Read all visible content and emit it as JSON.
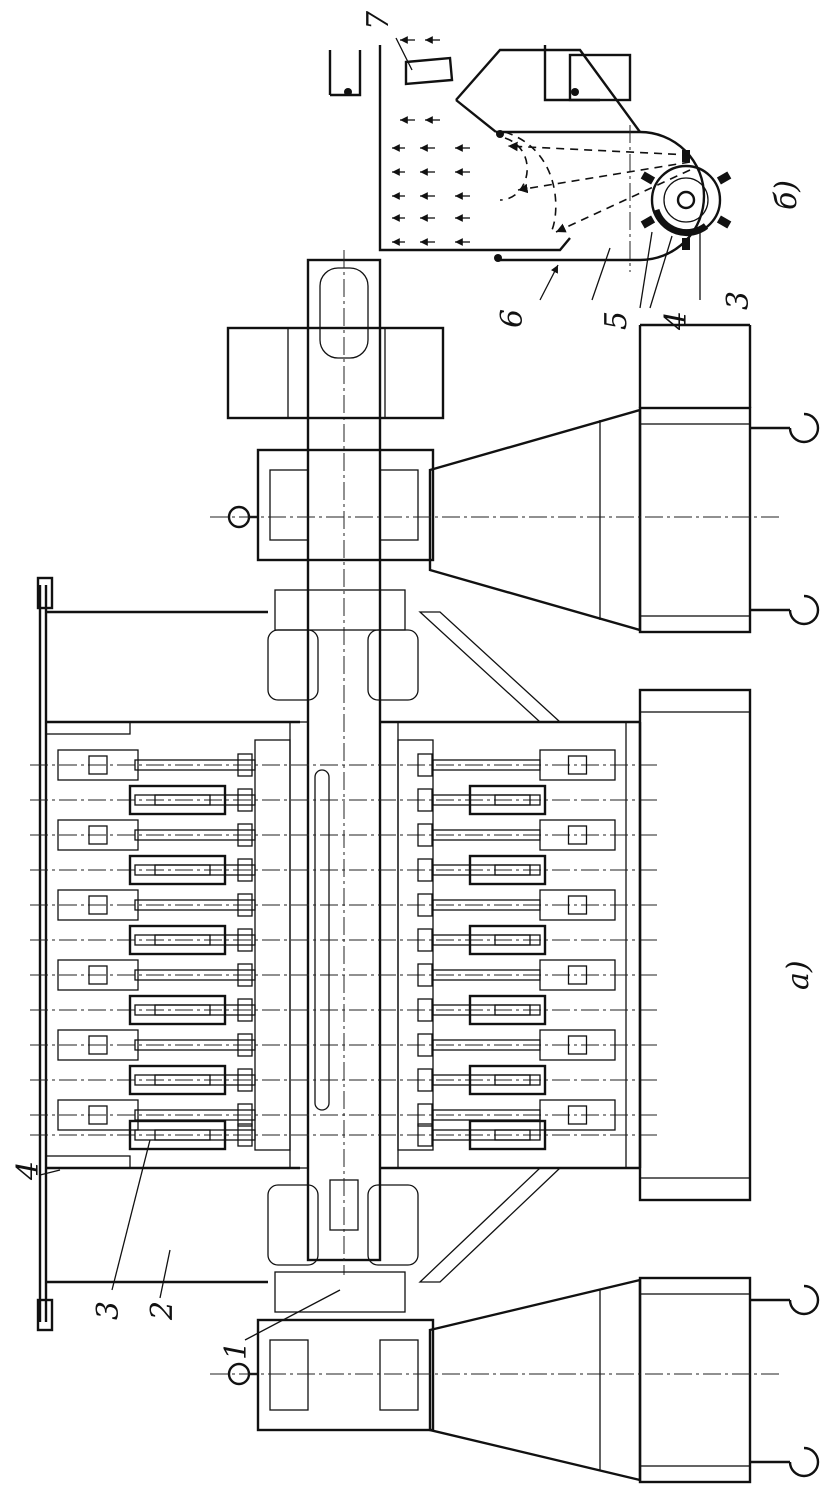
{
  "labels": {
    "part_1": "1",
    "part_2": "2",
    "part_3": "3",
    "part_4": "4",
    "view_a": "а)",
    "view_b": "б)",
    "b_part_3": "3",
    "b_part_4": "4",
    "b_part_5": "5",
    "b_part_6": "6",
    "b_part_7": "7"
  }
}
